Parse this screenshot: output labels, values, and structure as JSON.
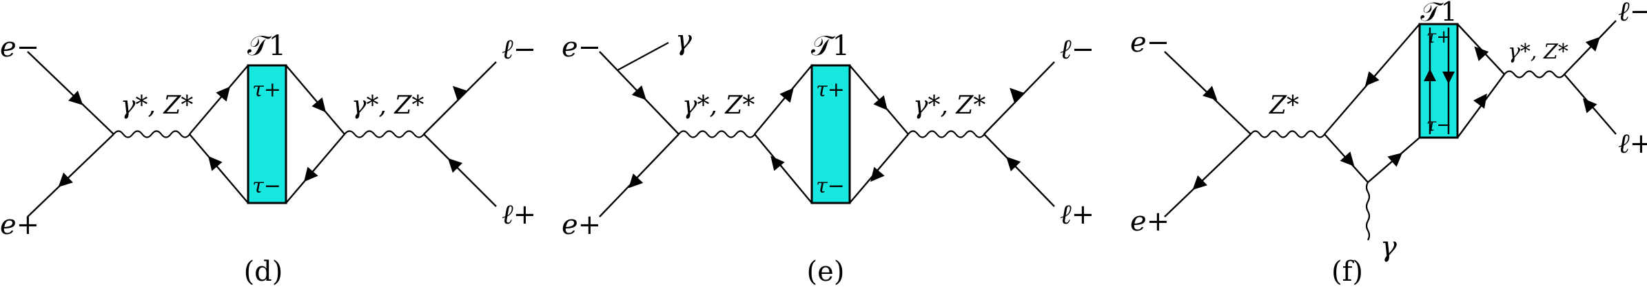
{
  "panels": [
    {
      "id": "d",
      "caption": "(d)",
      "labels": {
        "e_minus": "e−",
        "e_plus": "e+",
        "boson_left": "γ*, Z*",
        "boson_right": "γ*, Z*",
        "l_minus": "ℓ−",
        "l_plus": "ℓ+",
        "blob": "𝒯1",
        "tau_plus": "τ+",
        "tau_minus": "τ−"
      }
    },
    {
      "id": "e",
      "caption": "(e)",
      "labels": {
        "e_minus": "e−",
        "e_plus": "e+",
        "photon": "γ",
        "boson_left": "γ*, Z*",
        "boson_right": "γ*, Z*",
        "l_minus": "ℓ−",
        "l_plus": "ℓ+",
        "blob": "𝒯1",
        "tau_plus": "τ+",
        "tau_minus": "τ−"
      }
    },
    {
      "id": "f",
      "caption": "(f)",
      "labels": {
        "e_minus": "e−",
        "e_plus": "e+",
        "boson_left": "Z*",
        "boson_right": "γ*, Z*",
        "photon": "γ",
        "l_minus": "ℓ−",
        "l_plus": "ℓ+",
        "blob": "𝒯1",
        "tau_plus": "τ+",
        "tau_minus": "τ−"
      }
    }
  ],
  "colors": {
    "blob_fill": "#16e8e0",
    "line": "#000000"
  }
}
